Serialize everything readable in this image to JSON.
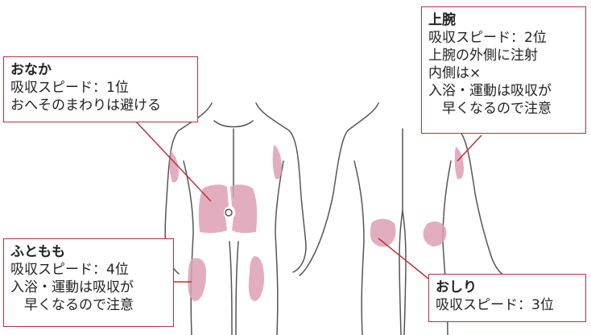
{
  "callouts": {
    "abdomen": {
      "title": "おなか",
      "lines": [
        "吸収スピード：1位",
        "おへそのまわりは避ける"
      ]
    },
    "upper_arm": {
      "title": "上腕",
      "lines": [
        "吸収スピード：2位",
        "上腕の外側に注射",
        "内側は×",
        "入浴・運動は吸収が",
        "早くなるので注意"
      ]
    },
    "thigh": {
      "title": "ふともも",
      "lines": [
        "吸収スピード：4位",
        "入浴・運動は吸収が",
        "早くなるので注意"
      ]
    },
    "buttocks": {
      "title": "おしり",
      "lines": [
        "吸収スピード：3位"
      ]
    }
  },
  "colors": {
    "border": "#b8323a",
    "zone": "#dda0b4",
    "outline": "#555555"
  }
}
